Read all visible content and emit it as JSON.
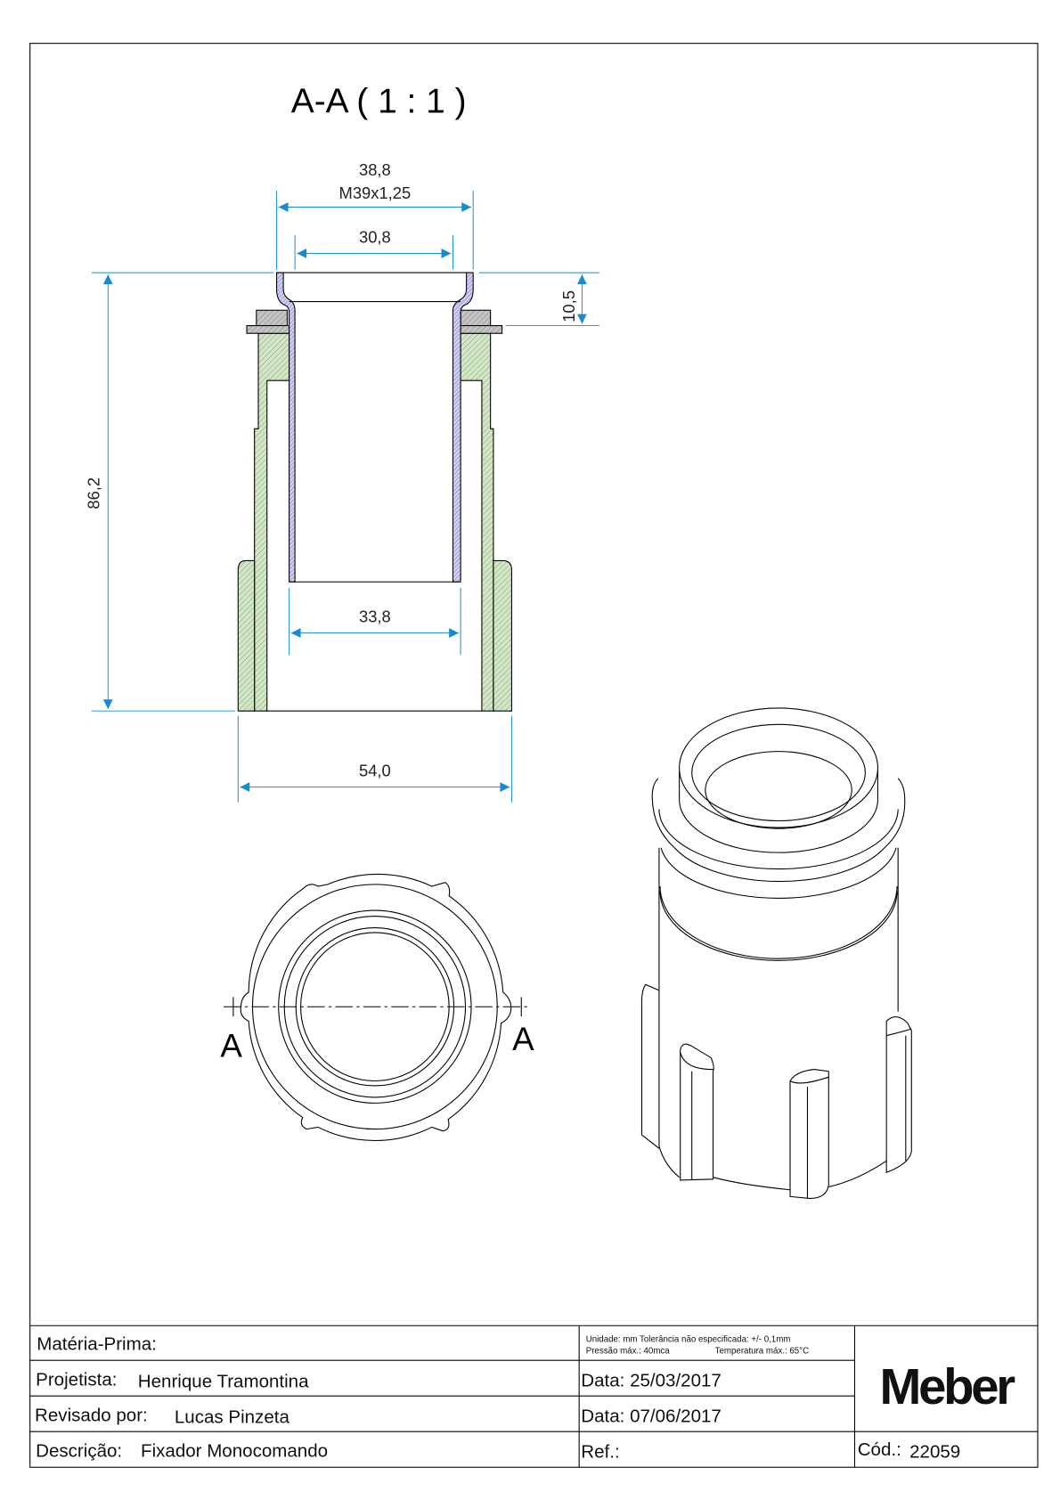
{
  "view_title": "A-A ( 1 : 1 )",
  "dimensions": {
    "outer_thread": "38,8",
    "thread_spec": "M39x1,25",
    "inner_top": "30,8",
    "inner_bottom": "33,8",
    "base_width": "54,0",
    "height": "86,2",
    "flange_height": "10,5"
  },
  "section_labels": {
    "left": "A",
    "right": "A"
  },
  "title_block": {
    "material_label": "Matéria-Prima:",
    "material_value": "",
    "notes_line1": "Unidade: mm Tolerância não especificada: +/- 0,1mm",
    "notes_line2a": "Pressão máx.: 40mca",
    "notes_line2b": "Temperatura máx.: 65°C",
    "designer_label": "Projetista:",
    "designer_value": "Henrique Tramontina",
    "designer_date": "Data: 25/03/2017",
    "reviewer_label": "Revisado por:",
    "reviewer_value": "Lucas Pinzeta",
    "reviewer_date": "Data: 07/06/2017",
    "description_label": "Descrição:",
    "description_value": "Fixador Monocomando",
    "ref_label": "Ref.:",
    "code_label": "Cód.:",
    "code_value": "22059",
    "logo": "Meber"
  },
  "colors": {
    "dimension": "#1a8ad0",
    "body_hatch": "#cfe3c4",
    "sleeve_hatch": "#c8c8f0",
    "nut": "#bdbdbd"
  }
}
